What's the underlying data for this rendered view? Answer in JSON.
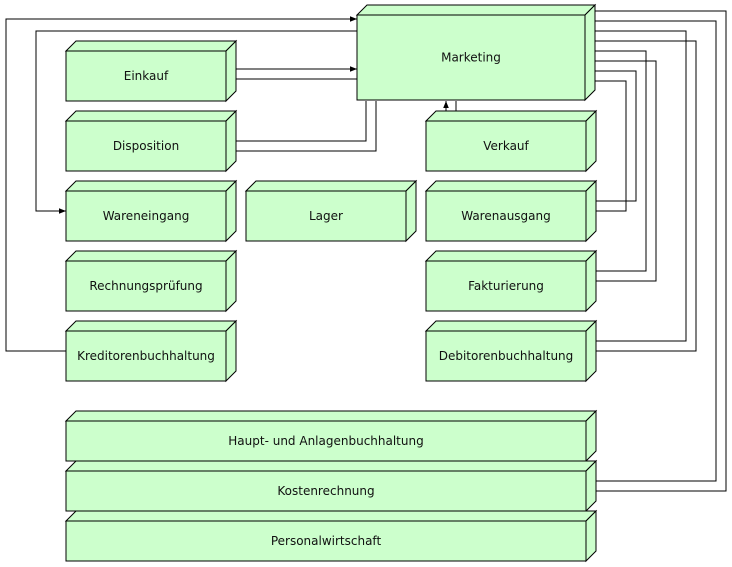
{
  "colors": {
    "box_fill": "#ccffcc",
    "stroke": "#000000",
    "background": "#ffffff"
  },
  "boxes": {
    "marketing": "Marketing",
    "einkauf": "Einkauf",
    "disposition": "Disposition",
    "verkauf": "Verkauf",
    "wareneingang": "Wareneingang",
    "lager": "Lager",
    "warenausgang": "Warenausgang",
    "rechnungspruefung": "Rechnungsprüfung",
    "fakturierung": "Fakturierung",
    "kreditorenbuchhaltung": "Kreditorenbuchhaltung",
    "debitorenbuchhaltung": "Debitorenbuchhaltung",
    "hauptbuchhaltung": "Haupt- und Anlagenbuchhaltung",
    "kostenrechnung": "Kostenrechnung",
    "personalwirtschaft": "Personalwirtschaft"
  }
}
